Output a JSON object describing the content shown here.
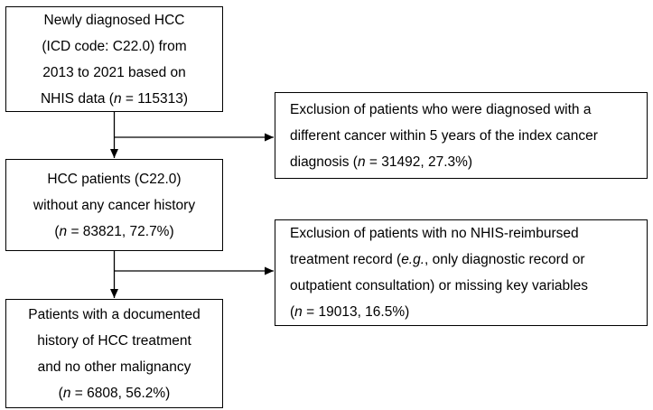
{
  "figure": {
    "type": "flowchart",
    "background_color": "#ffffff",
    "line_color": "#000000",
    "text_color": "#000000",
    "boxes": [
      {
        "name": "cohort-initial",
        "lines": [
          {
            "segments": [
              {
                "text": "Newly diagnosed HCC",
                "italic": false
              }
            ]
          },
          {
            "segments": [
              {
                "text": "(ICD code: C22.0) from",
                "italic": false
              }
            ]
          },
          {
            "segments": [
              {
                "text": "2013 to 2021 based on",
                "italic": false
              }
            ]
          },
          {
            "segments": [
              {
                "text": "NHIS data (",
                "italic": false
              },
              {
                "text": "n",
                "italic": true
              },
              {
                "text": " = 115313)",
                "italic": false
              }
            ]
          }
        ]
      },
      {
        "name": "exclusion-1",
        "lines": [
          {
            "segments": [
              {
                "text": "Exclusion of patients who were diagnosed with a",
                "italic": false
              }
            ]
          },
          {
            "segments": [
              {
                "text": "different cancer within 5 years of the index cancer",
                "italic": false
              }
            ]
          },
          {
            "segments": [
              {
                "text": "diagnosis (",
                "italic": false
              },
              {
                "text": "n",
                "italic": true
              },
              {
                "text": " = 31492, 27.3%)",
                "italic": false
              }
            ]
          }
        ]
      },
      {
        "name": "cohort-no-history",
        "lines": [
          {
            "segments": [
              {
                "text": "HCC patients (C22.0)",
                "italic": false
              }
            ]
          },
          {
            "segments": [
              {
                "text": "without any cancer history",
                "italic": false
              }
            ]
          },
          {
            "segments": [
              {
                "text": "(",
                "italic": false
              },
              {
                "text": "n",
                "italic": true
              },
              {
                "text": " = 83821, 72.7%)",
                "italic": false
              }
            ]
          }
        ]
      },
      {
        "name": "exclusion-2",
        "lines": [
          {
            "segments": [
              {
                "text": "Exclusion of patients with no NHIS-reimbursed",
                "italic": false
              }
            ]
          },
          {
            "segments": [
              {
                "text": "treatment record (",
                "italic": false
              },
              {
                "text": "e.g.",
                "italic": true
              },
              {
                "text": ", only diagnostic record or",
                "italic": false
              }
            ]
          },
          {
            "segments": [
              {
                "text": "outpatient consultation) or missing key variables",
                "italic": false
              }
            ]
          },
          {
            "segments": [
              {
                "text": "(",
                "italic": false
              },
              {
                "text": "n",
                "italic": true
              },
              {
                "text": " = 19013, 16.5%)",
                "italic": false
              }
            ]
          }
        ]
      },
      {
        "name": "cohort-final",
        "lines": [
          {
            "segments": [
              {
                "text": "Patients with a documented",
                "italic": false
              }
            ]
          },
          {
            "segments": [
              {
                "text": "history of HCC treatment",
                "italic": false
              }
            ]
          },
          {
            "segments": [
              {
                "text": "and no other malignancy",
                "italic": false
              }
            ]
          },
          {
            "segments": [
              {
                "text": "(",
                "italic": false
              },
              {
                "text": "n",
                "italic": true
              },
              {
                "text": " = 6808, 56.2%)",
                "italic": false
              }
            ]
          }
        ]
      }
    ]
  }
}
